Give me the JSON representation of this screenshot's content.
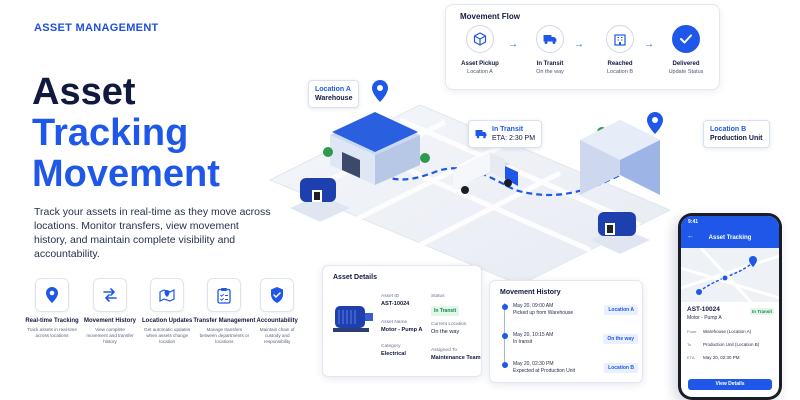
{
  "header": {
    "kicker": "ASSET MANAGEMENT"
  },
  "hero": {
    "title_line1": "Asset",
    "title_line2": "Tracking",
    "title_line3": "Movement",
    "description": "Track your assets in real-time as they move across locations. Monitor transfers, view movement history, and maintain complete visibility and accountability."
  },
  "features": [
    {
      "icon": "location-pin-icon",
      "title": "Real-time Tracking",
      "subtitle": "Track assets in real-time across locations"
    },
    {
      "icon": "swap-arrows-icon",
      "title": "Movement History",
      "subtitle": "View complete movement and transfer history"
    },
    {
      "icon": "map-pin-icon",
      "title": "Location Updates",
      "subtitle": "Get automatic updates when assets change location"
    },
    {
      "icon": "clipboard-check-icon",
      "title": "Transfer Management",
      "subtitle": "Manage transfers between departments or locations"
    },
    {
      "icon": "shield-check-icon",
      "title": "Accountability",
      "subtitle": "Maintain chain of custody and responsibility"
    }
  ],
  "flow": {
    "title": "Movement Flow",
    "steps": [
      {
        "icon": "box-icon",
        "title": "Asset Pickup",
        "subtitle": "Location A"
      },
      {
        "icon": "truck-icon",
        "title": "In Transit",
        "subtitle": "On the way"
      },
      {
        "icon": "building-icon",
        "title": "Reached",
        "subtitle": "Location B"
      },
      {
        "icon": "check-circle-icon",
        "title": "Delivered",
        "subtitle": "Update Status"
      }
    ]
  },
  "map": {
    "location_a": {
      "label": "Location A",
      "name": "Warehouse"
    },
    "location_b": {
      "label": "Location B",
      "name": "Production Unit"
    },
    "transit": {
      "label": "In Transit",
      "eta": "ETA: 2:30 PM"
    }
  },
  "asset_details": {
    "title": "Asset Details",
    "asset_id_label": "Asset ID",
    "asset_id": "AST-10024",
    "asset_name_label": "Asset Name",
    "asset_name": "Motor - Pump A",
    "category_label": "Category",
    "category": "Electrical",
    "status_label": "Status",
    "status": "In Transit",
    "current_location_label": "Current Location",
    "current_location": "On the way",
    "assigned_to_label": "Assigned To",
    "assigned_to": "Maintenance Team"
  },
  "movement_history": {
    "title": "Movement History",
    "entries": [
      {
        "date": "May 20, 09:00 AM",
        "description": "Picked up from Warehouse",
        "location": "Location A"
      },
      {
        "date": "May 20, 10:15 AM",
        "description": "In transit",
        "location": "On the way"
      },
      {
        "date": "May 20, 02:30 PM",
        "description": "Expected at Production Unit",
        "location": "Location B"
      }
    ]
  },
  "phone": {
    "time": "9:41",
    "title": "Asset Tracking",
    "asset_id": "AST-10024",
    "asset_name": "Motor - Pump A",
    "status": "In Transit",
    "from_label": "From",
    "from": "Warehouse (Location A)",
    "to_label": "To",
    "to": "Production Unit (Location B)",
    "eta_label": "ETA",
    "eta": "May 20, 02:30 PM",
    "button": "View Details"
  },
  "colors": {
    "accent": "#1f58e8",
    "dark": "#101a3e",
    "success": "#16884a"
  }
}
